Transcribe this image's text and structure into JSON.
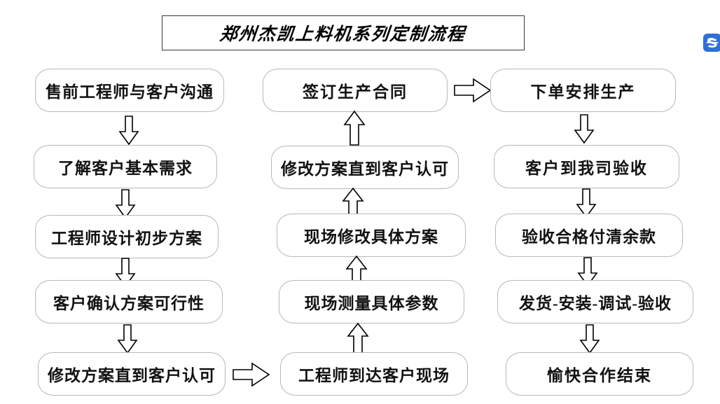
{
  "title": {
    "text": "郑州杰凯上料机系列定制流程"
  },
  "logo": {
    "name": "company-watermark-logo",
    "color": "#2f6fd8",
    "glyph": "S"
  },
  "columns": [
    {
      "name": "column-1",
      "direction": "top-to-bottom",
      "nodes": [
        {
          "label": "售前工程师与客户沟通"
        },
        {
          "label": "了解客户基本需求"
        },
        {
          "label": "工程师设计初步方案"
        },
        {
          "label": "客户确认方案可行性"
        },
        {
          "label": "修改方案直到客户认可"
        }
      ]
    },
    {
      "name": "column-2",
      "direction": "bottom-to-top",
      "nodes": [
        {
          "label": "签订生产合同"
        },
        {
          "label": "修改方案直到客户认可"
        },
        {
          "label": "现场修改具体方案"
        },
        {
          "label": "现场测量具体参数"
        },
        {
          "label": "工程师到达客户现场"
        }
      ]
    },
    {
      "name": "column-3",
      "direction": "top-to-bottom",
      "nodes": [
        {
          "label": "下单安排生产"
        },
        {
          "label": "客户到我司验收"
        },
        {
          "label": "验收合格付清余款"
        },
        {
          "label": "发货-安装-调试-验收"
        },
        {
          "label": "愉快合作结束"
        }
      ]
    }
  ],
  "arrows": {
    "col1_down_1": "down-arrow",
    "col1_down_2": "down-arrow",
    "col1_down_3": "down-arrow",
    "col1_down_4": "down-arrow",
    "col2_up_1": "up-arrow",
    "col2_up_2": "up-arrow",
    "col2_up_3": "up-arrow",
    "col2_up_4": "up-arrow",
    "col3_down_1": "down-arrow",
    "col3_down_2": "down-arrow",
    "col3_down_3": "down-arrow",
    "col3_down_4": "down-arrow",
    "col1_to_col2": "right-arrow",
    "col2_to_col3": "right-arrow"
  }
}
